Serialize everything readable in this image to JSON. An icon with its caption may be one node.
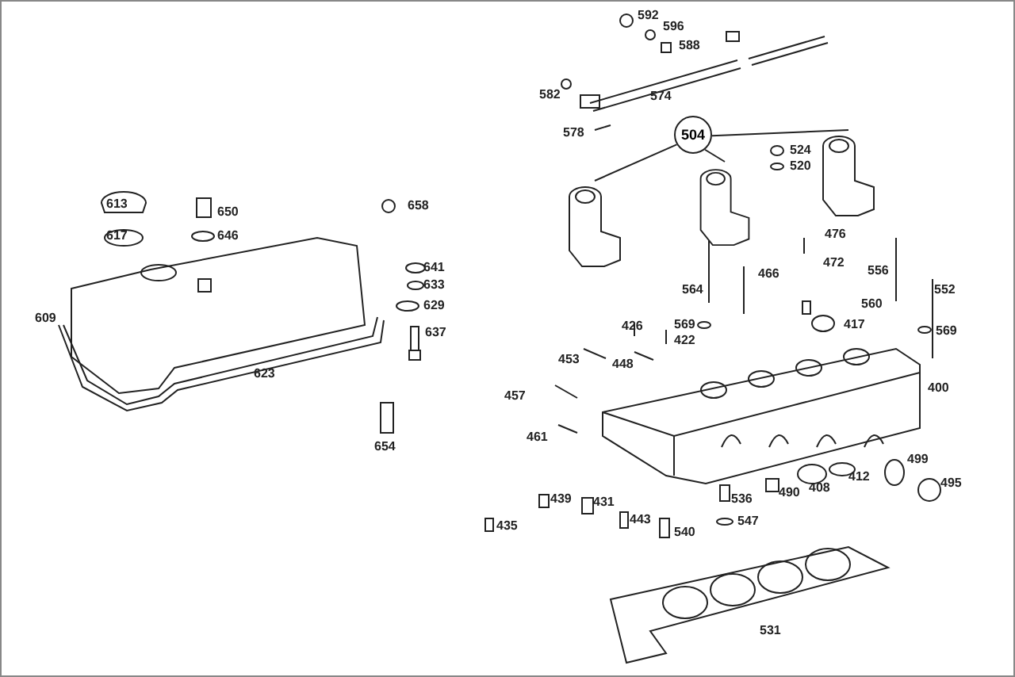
{
  "diagram": {
    "nodes": [
      {
        "text": [
          "504"
        ]
      },
      {
        "text": [],
        "shape": "picture"
      },
      {
        "text": [],
        "shape": "picture"
      },
      {
        "text": [],
        "shape": "picture"
      }
    ],
    "edges": [
      {
        "from": 0,
        "to": 1,
        "arrow": "none"
      },
      {
        "from": 0,
        "to": 2,
        "arrow": "none"
      },
      {
        "from": 0,
        "to": 3,
        "arrow": "none"
      }
    ],
    "labels": [
      "592",
      "596",
      "588",
      "582",
      "574",
      "578",
      "524",
      "520",
      "613",
      "658",
      "650",
      "617",
      "646",
      "476",
      "472",
      "641",
      "466",
      "633",
      "556",
      "564",
      "629",
      "552",
      "560",
      "609",
      "569",
      "426",
      "417",
      "637",
      "569",
      "422",
      "453",
      "448",
      "623",
      "400",
      "457",
      "461",
      "654",
      "499",
      "412",
      "495",
      "408",
      "490",
      "536",
      "439",
      "431",
      "547",
      "443",
      "435",
      "540",
      "531"
    ]
  }
}
